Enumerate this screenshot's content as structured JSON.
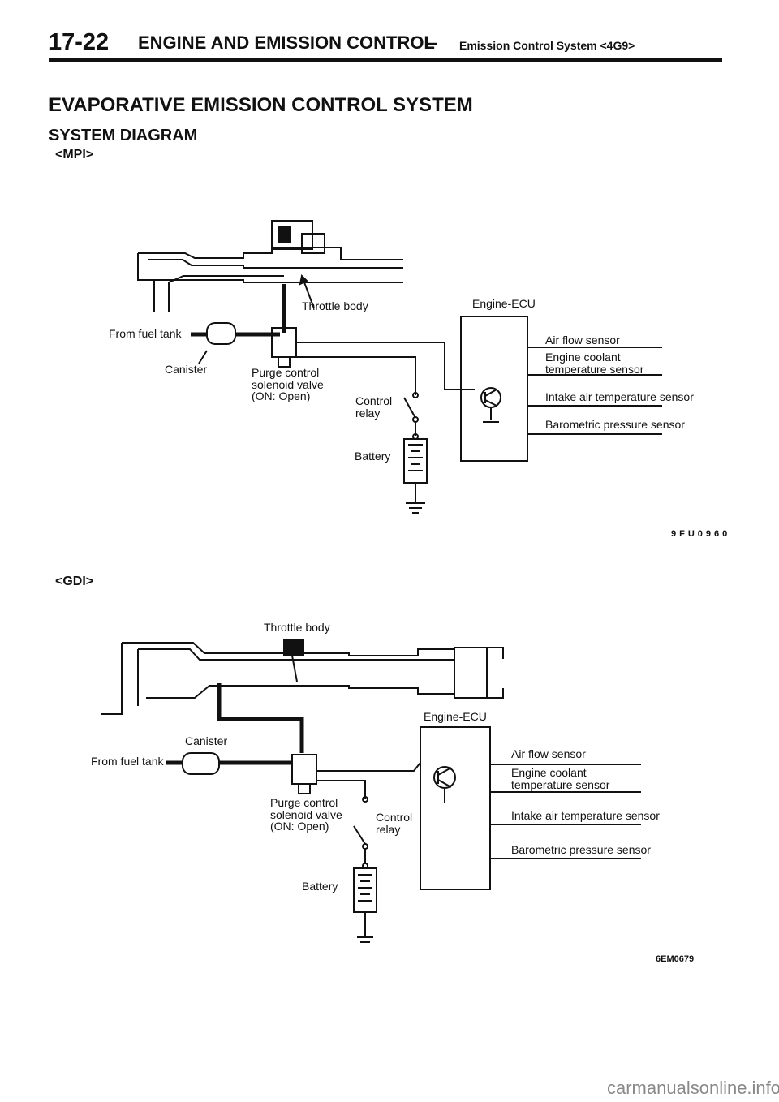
{
  "header": {
    "page_number": "17-22",
    "section": "ENGINE AND EMISSION CONTROL",
    "dash": "–",
    "subsection": "Emission Control System <4G9>"
  },
  "title": "EVAPORATIVE EMISSION CONTROL SYSTEM",
  "subtitle": "SYSTEM DIAGRAM",
  "mpi": {
    "label": "<MPI>",
    "throttle_body": "Throttle body",
    "engine_ecu": "Engine-ECU",
    "from_fuel_tank": "From fuel tank",
    "canister": "Canister",
    "purge_valve": [
      "Purge control",
      "solenoid valve",
      "(ON: Open)"
    ],
    "control_relay": [
      "Control",
      "relay"
    ],
    "battery": "Battery",
    "sensors": [
      "Air flow sensor",
      "Engine coolant",
      "temperature sensor",
      "Intake air temperature sensor",
      "Barometric pressure sensor"
    ],
    "figure_code": "9FU0960"
  },
  "gdi": {
    "label": "<GDI>",
    "throttle_body": "Throttle body",
    "engine_ecu": "Engine-ECU",
    "from_fuel_tank": "From fuel tank",
    "canister": "Canister",
    "purge_valve": [
      "Purge control",
      "solenoid valve",
      "(ON: Open)"
    ],
    "control_relay": [
      "Control",
      "relay"
    ],
    "battery": "Battery",
    "sensors": [
      "Air flow sensor",
      "Engine coolant",
      "temperature sensor",
      "Intake air temperature sensor",
      "Barometric pressure sensor"
    ],
    "figure_code": "6EM0679"
  },
  "footer": "carmanualsonline.info"
}
